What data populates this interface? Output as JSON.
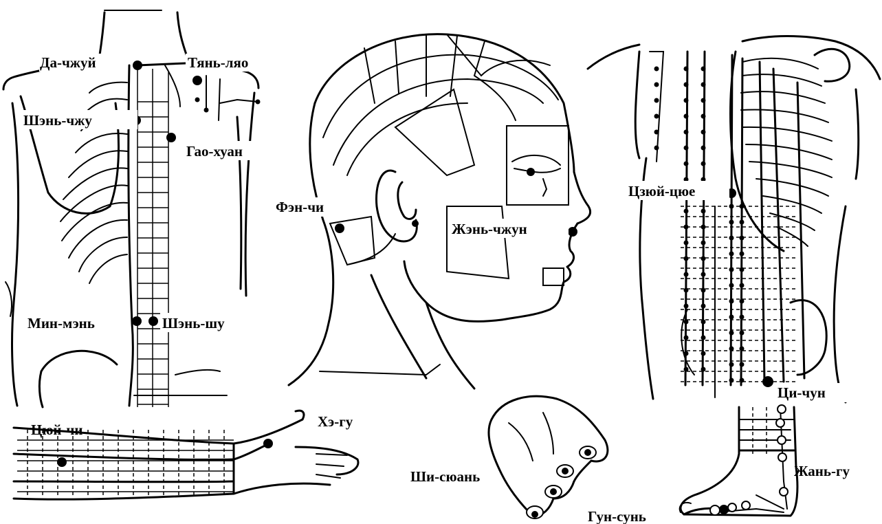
{
  "points": {
    "da_chzhuy": "Да-чжуй",
    "tyan_lyao": "Тянь-ляо",
    "shen_chzhu": "Шэнь-чжу",
    "gao_huan": "Гао-хуан",
    "min_men": "Мин-мэнь",
    "shen_shu": "Шэнь-шу",
    "fen_chi": "Фэн-чи",
    "zhen_chzhun": "Жэнь-чжун",
    "tszuy_tsyue": "Цзюй-цюе",
    "tsi_chun": "Ци-чун",
    "tsyuy_chi": "Цюй-чи",
    "he_gu": "Хэ-гу",
    "shi_syuan": "Ши-сюань",
    "gun_sun": "Гун-сунь",
    "zhan_gu": "Жань-гу"
  }
}
